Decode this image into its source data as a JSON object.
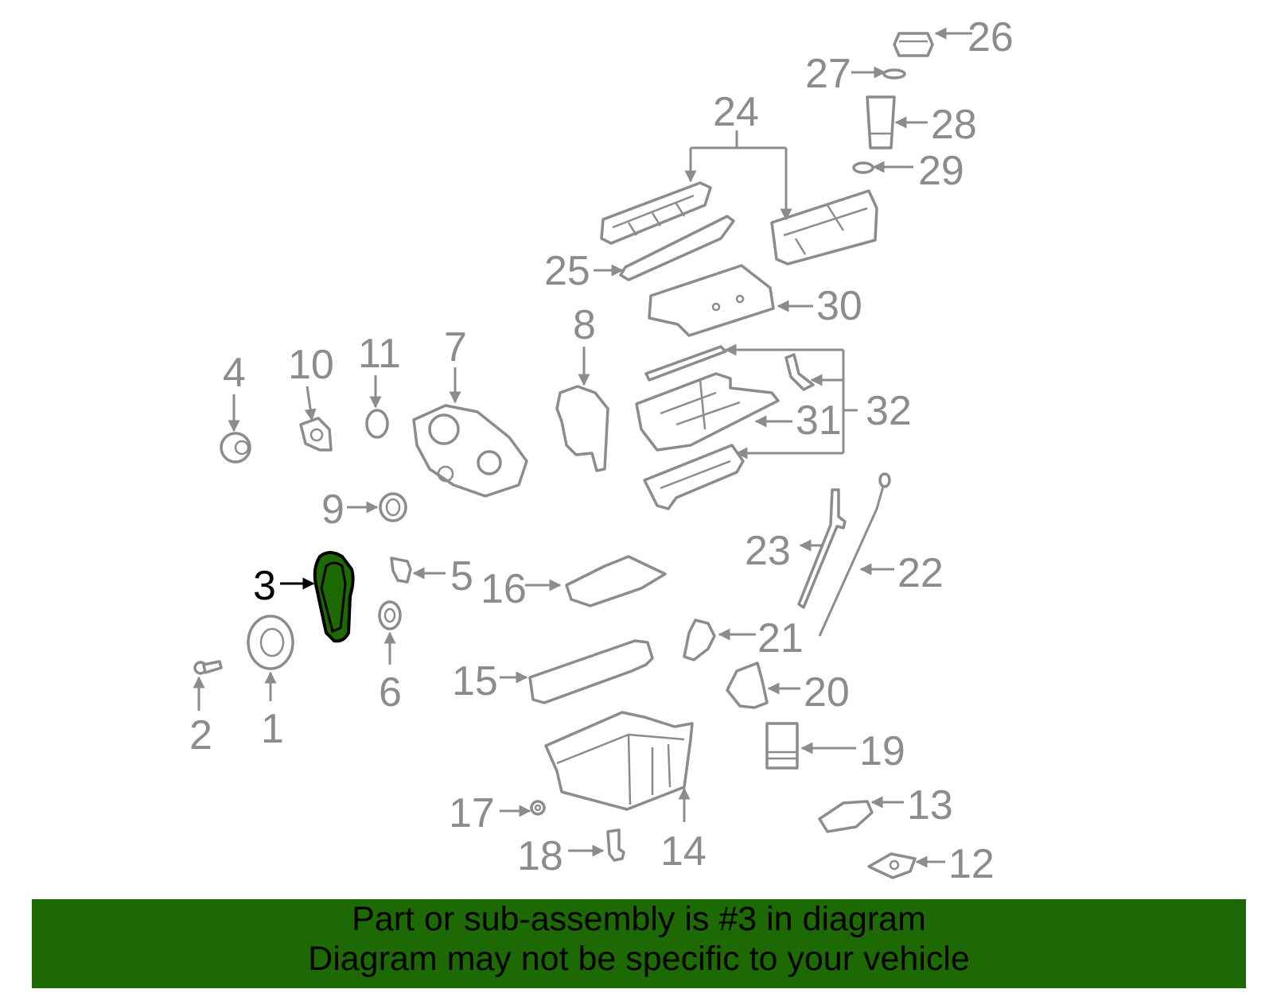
{
  "diagram": {
    "highlight_color": "#1d6a05",
    "line_color": "#8c8c8c",
    "highlighted_part": "3",
    "callouts": [
      "1",
      "2",
      "3",
      "4",
      "5",
      "6",
      "7",
      "8",
      "9",
      "10",
      "11",
      "12",
      "13",
      "14",
      "15",
      "16",
      "17",
      "18",
      "19",
      "20",
      "21",
      "22",
      "23",
      "24",
      "25",
      "26",
      "27",
      "28",
      "29",
      "30",
      "31",
      "32"
    ]
  },
  "footer": {
    "line1": "Part or sub-assembly is #3 in diagram",
    "line2": "Diagram may not be specific to your vehicle",
    "background": "#1d6a05"
  }
}
